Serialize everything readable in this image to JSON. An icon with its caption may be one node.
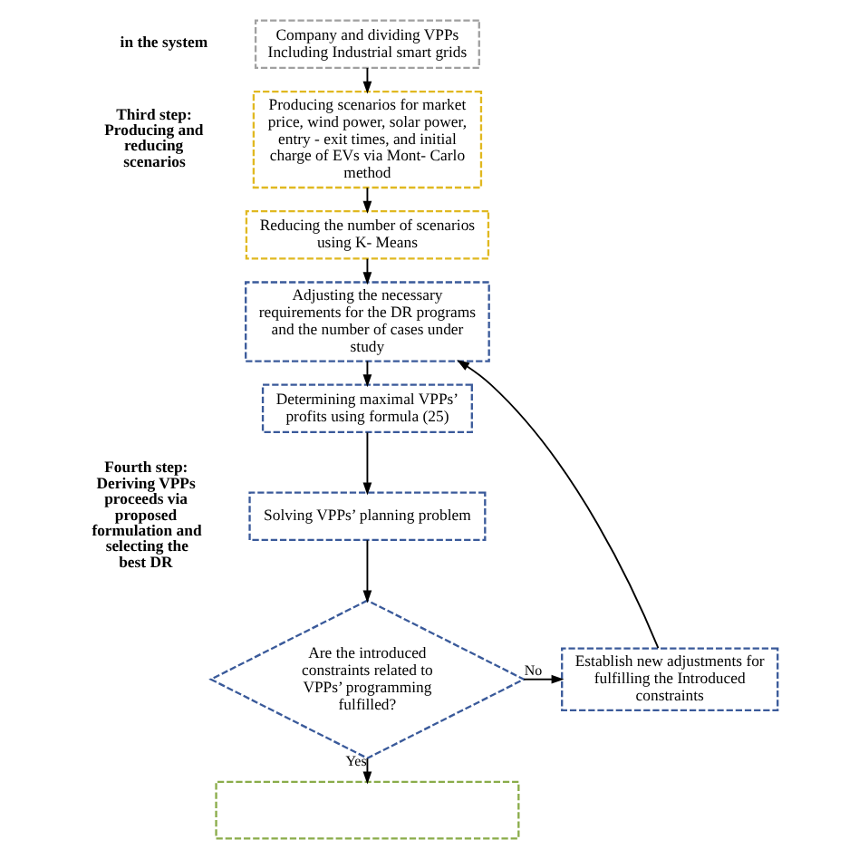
{
  "diagram": {
    "nodes": [
      {
        "text": [
          "Company and dividing VPPs Including Industrial smart grids"
        ]
      },
      {
        "text": [
          "Producing scenarios for market price, wind power, solar power, entry - exit times, and initial charge of EVs via Mont- Carlo method"
        ]
      },
      {
        "text": [
          "Reducing the number of scenarios using K- Means"
        ]
      },
      {
        "text": [
          "Adjusting the necessary requirements for the DR programs and the number of cases under study"
        ]
      },
      {
        "text": [
          "Determining maximal VPPs’ profits using formula (25)"
        ]
      },
      {
        "text": [
          "Solving VPPs’ planning problem"
        ]
      },
      {
        "text": [
          "Are the introduced constraints related to VPPs’ programming fulfilled?"
        ]
      },
      {
        "text": [
          "Establish new adjustments for fulfilling the Introduced constraints"
        ]
      },
      {
        "text": [],
        "shape": "box"
      }
    ],
    "edges": [
      {
        "from": 0,
        "to": 1,
        "arrow": "to"
      },
      {
        "from": 1,
        "to": 2,
        "arrow": "to"
      },
      {
        "from": 2,
        "to": 3,
        "arrow": "to"
      },
      {
        "from": 3,
        "to": 4,
        "arrow": "to"
      },
      {
        "from": 4,
        "to": 5,
        "arrow": "to"
      },
      {
        "from": 5,
        "to": 6,
        "arrow": "to"
      },
      {
        "from": 6,
        "to": 7,
        "arrow": "to",
        "label": "No"
      },
      {
        "from": 7,
        "to": 3,
        "arrow": "to"
      },
      {
        "from": 6,
        "to": 8,
        "arrow": "to",
        "label": "Yes"
      }
    ],
    "labels": [
      "in the system",
      "Third step: Producing and reducing scenarios",
      "Fourth step: Deriving VPPs proceeds via proposed formulation and selecting the best DR"
    ]
  }
}
